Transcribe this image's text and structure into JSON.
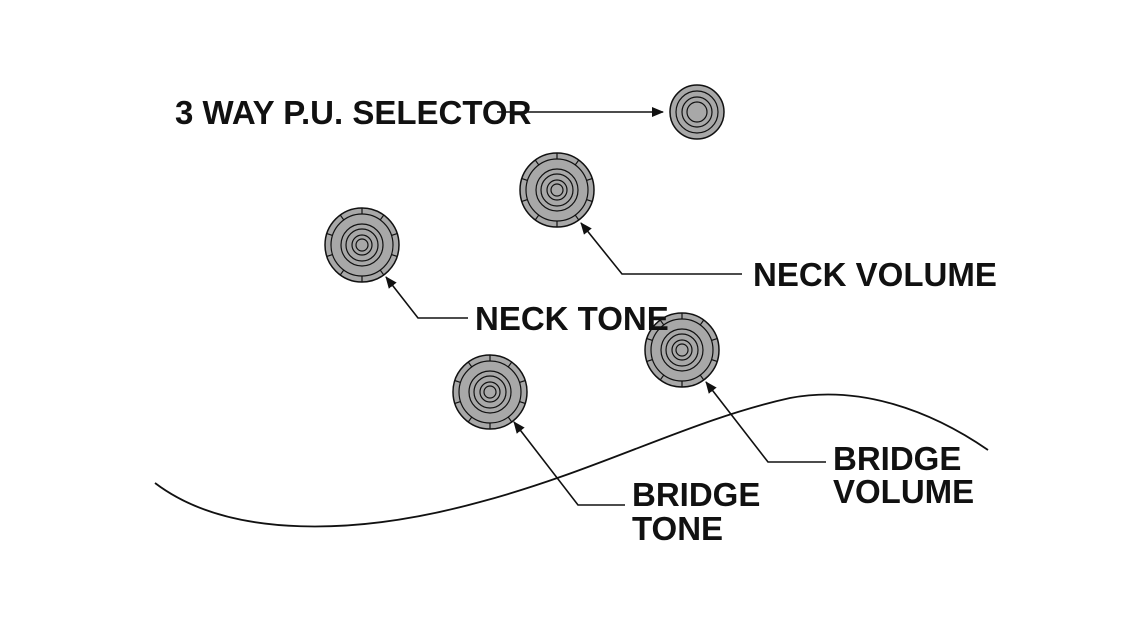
{
  "colors": {
    "background": "#ffffff",
    "line": "#111111",
    "knob_fill": "#a8a8a8",
    "knob_inner_fill": "#bdbdbd"
  },
  "labels": {
    "selector": "3 WAY P.U. SELECTOR",
    "neck_volume": "NECK VOLUME",
    "neck_tone": "NECK TONE",
    "bridge_volume_line1": "BRIDGE",
    "bridge_volume_line2": "VOLUME",
    "bridge_tone_line1": "BRIDGE",
    "bridge_tone_line2": "TONE"
  },
  "controls": [
    {
      "id": "selector",
      "kind": "switch",
      "icon": "selector-switch-icon"
    },
    {
      "id": "neck-volume",
      "kind": "knob",
      "icon": "knob-icon"
    },
    {
      "id": "neck-tone",
      "kind": "knob",
      "icon": "knob-icon"
    },
    {
      "id": "bridge-volume",
      "kind": "knob",
      "icon": "knob-icon"
    },
    {
      "id": "bridge-tone",
      "kind": "knob",
      "icon": "knob-icon"
    }
  ]
}
